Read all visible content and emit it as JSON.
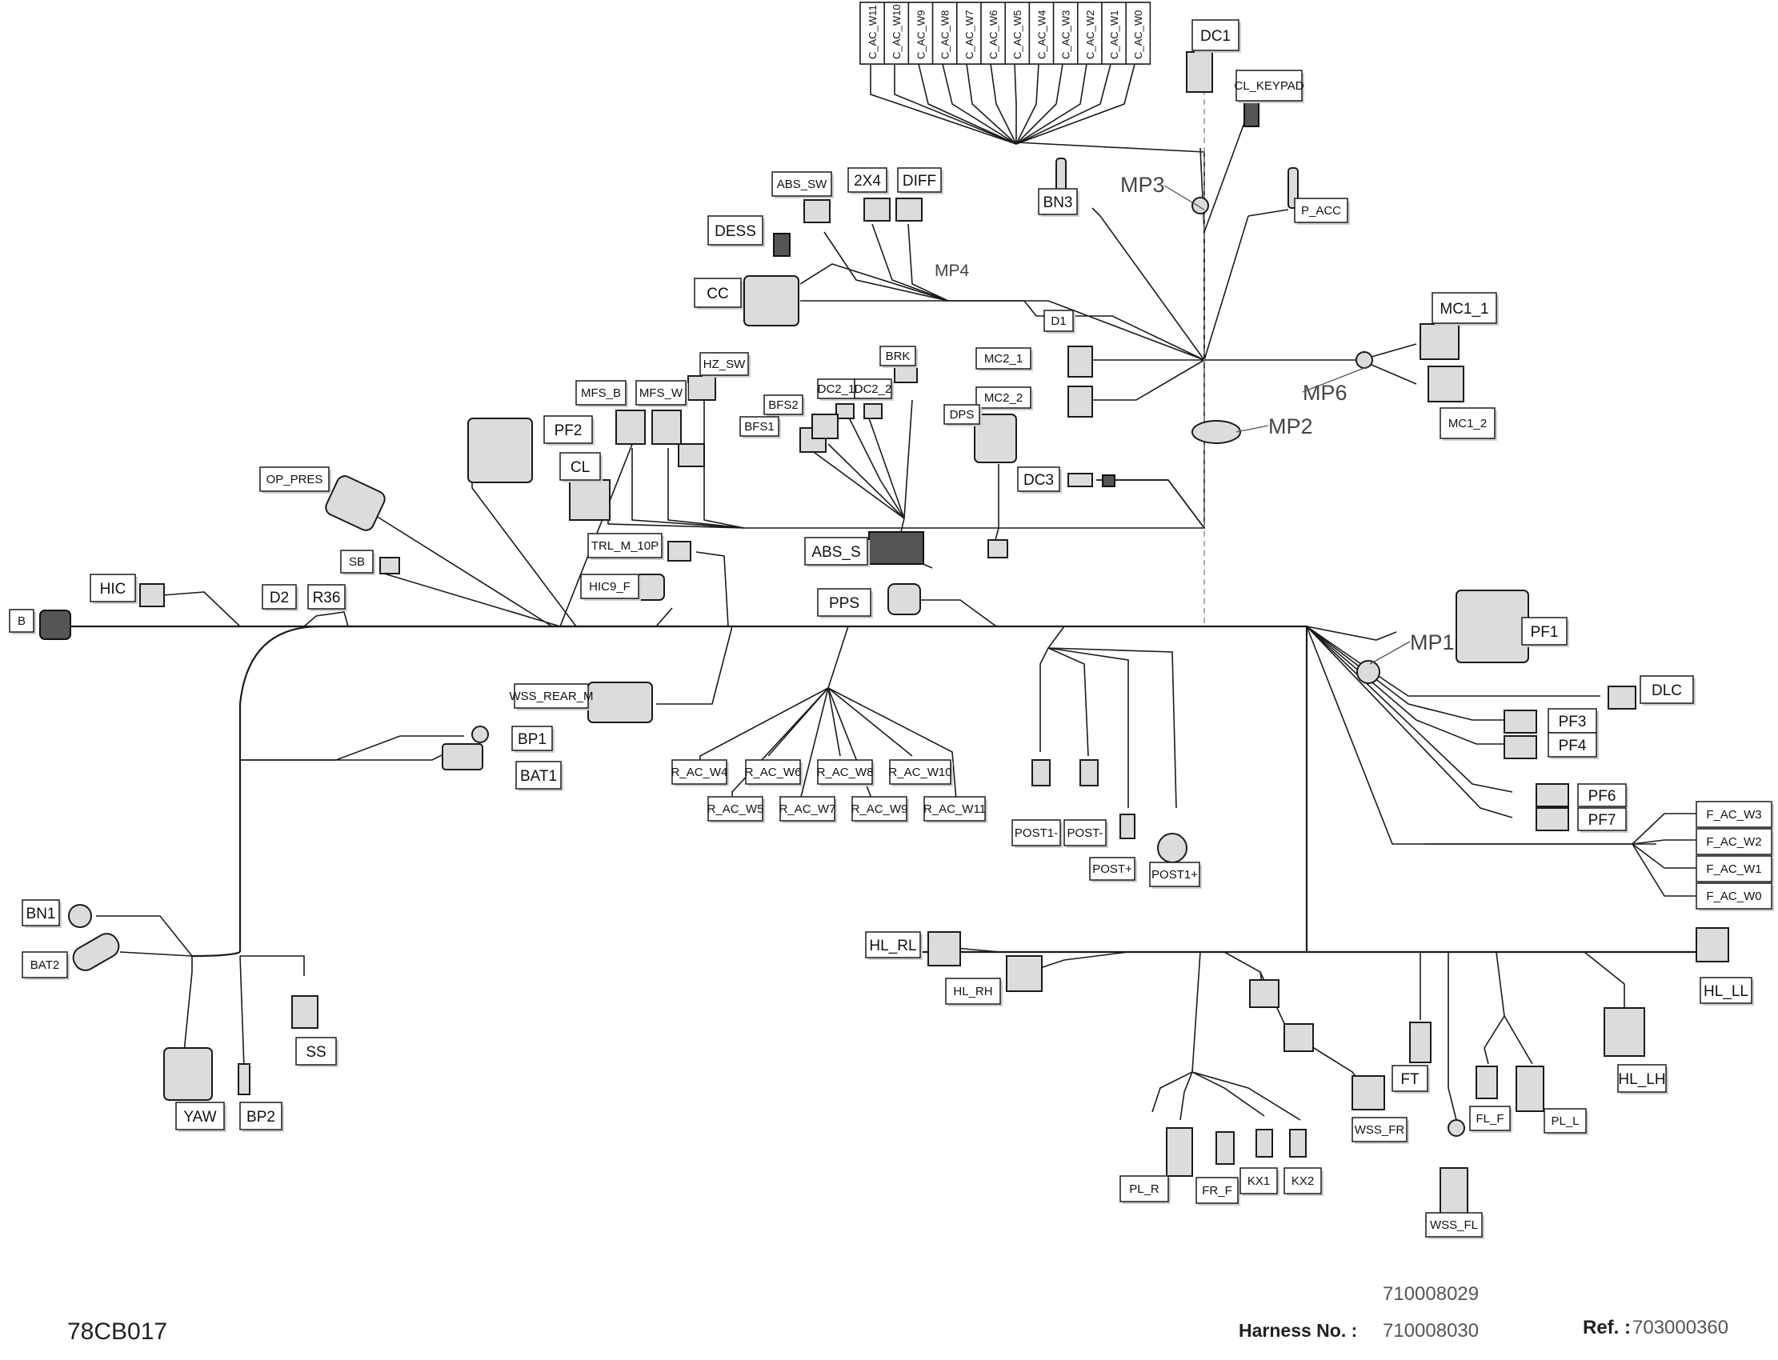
{
  "connectors_top": [
    "C_AC_W11",
    "C_AC_W10",
    "C_AC_W9",
    "C_AC_W8",
    "C_AC_W7",
    "C_AC_W6",
    "C_AC_W5",
    "C_AC_W4",
    "C_AC_W3",
    "C_AC_W2",
    "C_AC_W1",
    "C_AC_W0"
  ],
  "labels": {
    "DC1": "DC1",
    "CL_KEYPAD": "CL_KEYPAD",
    "BN3": "BN3",
    "MP3": "MP3",
    "P_ACC": "P_ACC",
    "ABS_SW": "ABS_SW",
    "2X4": "2X4",
    "DIFF": "DIFF",
    "DESS": "DESS",
    "MP4": "MP4",
    "CC": "CC",
    "D1": "D1",
    "MC1_1": "MC1_1",
    "MC1_2": "MC1_2",
    "MP6": "MP6",
    "MC2_1": "MC2_1",
    "MC2_2": "MC2_2",
    "MP2": "MP2",
    "HZ_SW": "HZ_SW",
    "MFS_B": "MFS_B",
    "MFS_W": "MFS_W",
    "BRK": "BRK",
    "DC2_1": "DC2_1",
    "DC2_2": "DC2_2",
    "BFS2": "BFS2",
    "BFS1": "BFS1",
    "DPS": "DPS",
    "PF2": "PF2",
    "CL": "CL",
    "DC3": "DC3",
    "OP_PRES": "OP_PRES",
    "ABS_S": "ABS_S",
    "TRL_M_10P": "TRL_M_10P",
    "SB": "SB",
    "HIC": "HIC",
    "D2": "D2",
    "R36": "R36",
    "B": "B",
    "HIC9_F": "HIC9_F",
    "PPS": "PPS",
    "PF1": "PF1",
    "MP1": "MP1",
    "DLC": "DLC",
    "PF3": "PF3",
    "PF4": "PF4",
    "PF6": "PF6",
    "PF7": "PF7",
    "F_AC_W3": "F_AC_W3",
    "F_AC_W2": "F_AC_W2",
    "F_AC_W1": "F_AC_W1",
    "F_AC_W0": "F_AC_W0",
    "WSS_REAR_M": "WSS_REAR_M",
    "BP1": "BP1",
    "BAT1": "BAT1",
    "R_AC_W4": "R_AC_W4",
    "R_AC_W5": "R_AC_W5",
    "R_AC_W6": "R_AC_W6",
    "R_AC_W7": "R_AC_W7",
    "R_AC_W8": "R_AC_W8",
    "R_AC_W9": "R_AC_W9",
    "R_AC_W10": "R_AC_W10",
    "R_AC_W11": "R_AC_W11",
    "POST1-": "POST1-",
    "POST-": "POST-",
    "POST+": "POST+",
    "POST1+": "POST1+",
    "BN1": "BN1",
    "BAT2": "BAT2",
    "SS": "SS",
    "YAW": "YAW",
    "BP2": "BP2",
    "HL_RL": "HL_RL",
    "HL_RH": "HL_RH",
    "HL_LL": "HL_LL",
    "HL_LH": "HL_LH",
    "FT": "FT",
    "WSS_FR": "WSS_FR",
    "FL_F": "FL_F",
    "PL_L": "PL_L",
    "WSS_FL": "WSS_FL",
    "PL_R": "PL_R",
    "FR_F": "FR_F",
    "KX1": "KX1",
    "KX2": "KX2"
  },
  "footer": {
    "code": "78CB017",
    "harness_label": "Harness No. :",
    "harness_numbers": [
      "710008029",
      "710008030"
    ],
    "ref_label": "Ref. :",
    "ref_number": "703000360"
  }
}
